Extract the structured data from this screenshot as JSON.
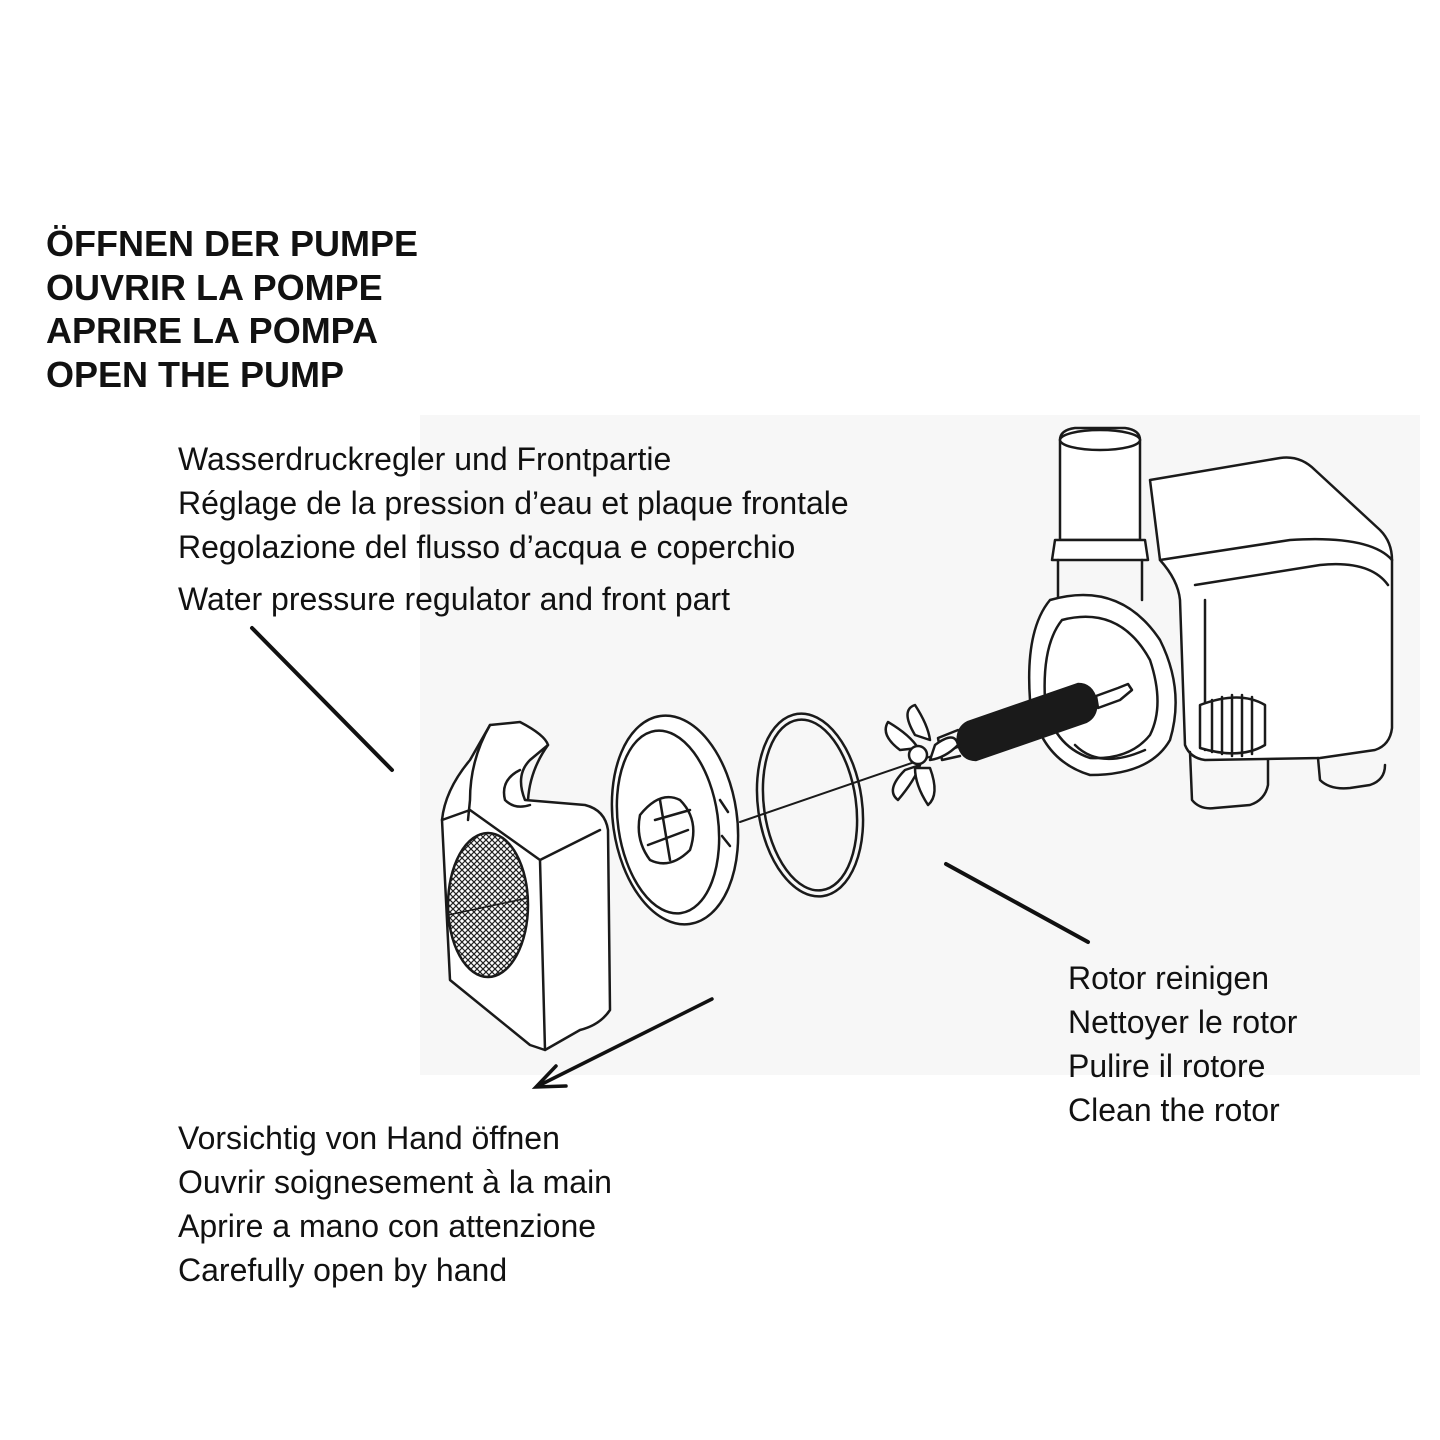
{
  "title": {
    "lines": [
      "ÖFFNEN DER PUMPE",
      "OUVRIR LA POMPE",
      "APRIRE LA POMPA",
      "OPEN THE PUMP"
    ]
  },
  "labels": {
    "front_part": [
      "Wasserdruckregler und Frontpartie",
      "Réglage de la pression d’eau et plaque frontale",
      "Regolazione del flusso d’acqua e coperchio",
      "Water pressure regulator and front part"
    ],
    "rotor": [
      "Rotor reinigen",
      "Nettoyer le rotor",
      "Pulire il rotore",
      "Clean the rotor"
    ],
    "open_by_hand": [
      "Vorsichtig von Hand öffnen",
      "Ouvrir soignesement à la main",
      "Aprire a mano con attenzione",
      "Carefully open by hand"
    ]
  }
}
